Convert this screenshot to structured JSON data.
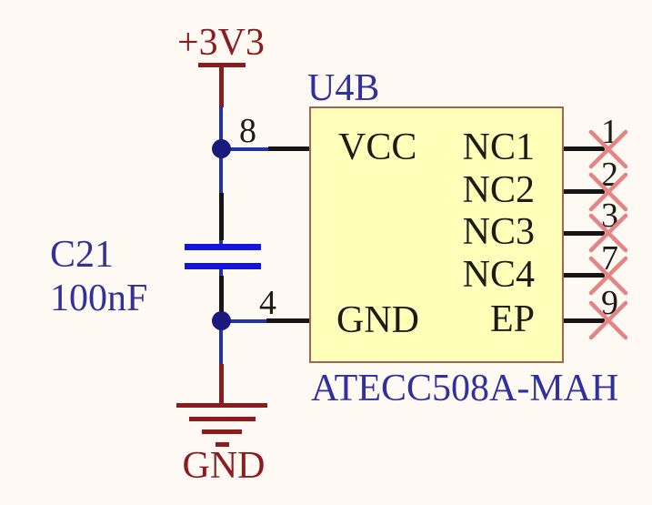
{
  "colors": {
    "background": "#FEFAF3",
    "wire": "#2233A8",
    "junction": "#1A1A7E",
    "pin_line": "#151515",
    "power": "#8C1B1F",
    "capacitor": "#1414E0",
    "blue_text": "#31319C",
    "part_fill": "#FFFFB9",
    "part_border": "#9C6655",
    "pin_text": "#1C1C14",
    "no_connect": "#E58484"
  },
  "power_rail": {
    "label": "+3V3"
  },
  "ground": {
    "label": "GND"
  },
  "capacitor": {
    "designator": "C21",
    "value": "100nF"
  },
  "ic": {
    "designator": "U4B",
    "part_number": "ATECC508A-MAH",
    "left_pins": [
      {
        "number": "8",
        "name": "VCC"
      },
      {
        "number": "4",
        "name": "GND"
      }
    ],
    "right_pins": [
      {
        "number": "1",
        "name": "NC1",
        "no_connect": true
      },
      {
        "number": "2",
        "name": "NC2",
        "no_connect": true
      },
      {
        "number": "3",
        "name": "NC3",
        "no_connect": true
      },
      {
        "number": "7",
        "name": "NC4",
        "no_connect": true
      },
      {
        "number": "9",
        "name": "EP",
        "no_connect": true
      }
    ]
  }
}
